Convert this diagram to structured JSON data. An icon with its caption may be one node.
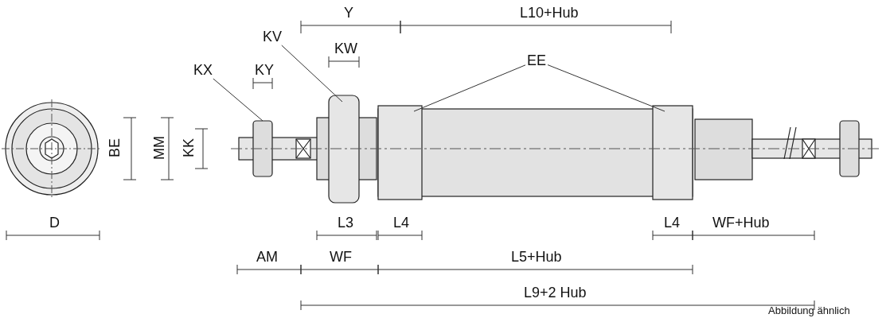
{
  "diagram": {
    "nodes": [
      {
        "text": [
          "KV"
        ]
      },
      {
        "text": [
          "EE"
        ]
      },
      {
        "text": [
          "KX"
        ]
      }
    ],
    "edges": [
      {
        "from": 0,
        "to": null,
        "arrow": "none"
      },
      {
        "from": 1,
        "to": null,
        "arrow": "none"
      },
      {
        "from": 1,
        "to": null,
        "arrow": "none"
      },
      {
        "from": 2,
        "to": null,
        "arrow": "none"
      }
    ],
    "labels": [
      "Y",
      "L10+Hub",
      "KW",
      "KY",
      "BE",
      "MM",
      "KK",
      "D",
      "L3",
      "L4",
      "L4",
      "WF+Hub",
      "AM",
      "WF",
      "L5+Hub",
      "L9+2 Hub",
      "Abbildung ähnlich"
    ]
  }
}
